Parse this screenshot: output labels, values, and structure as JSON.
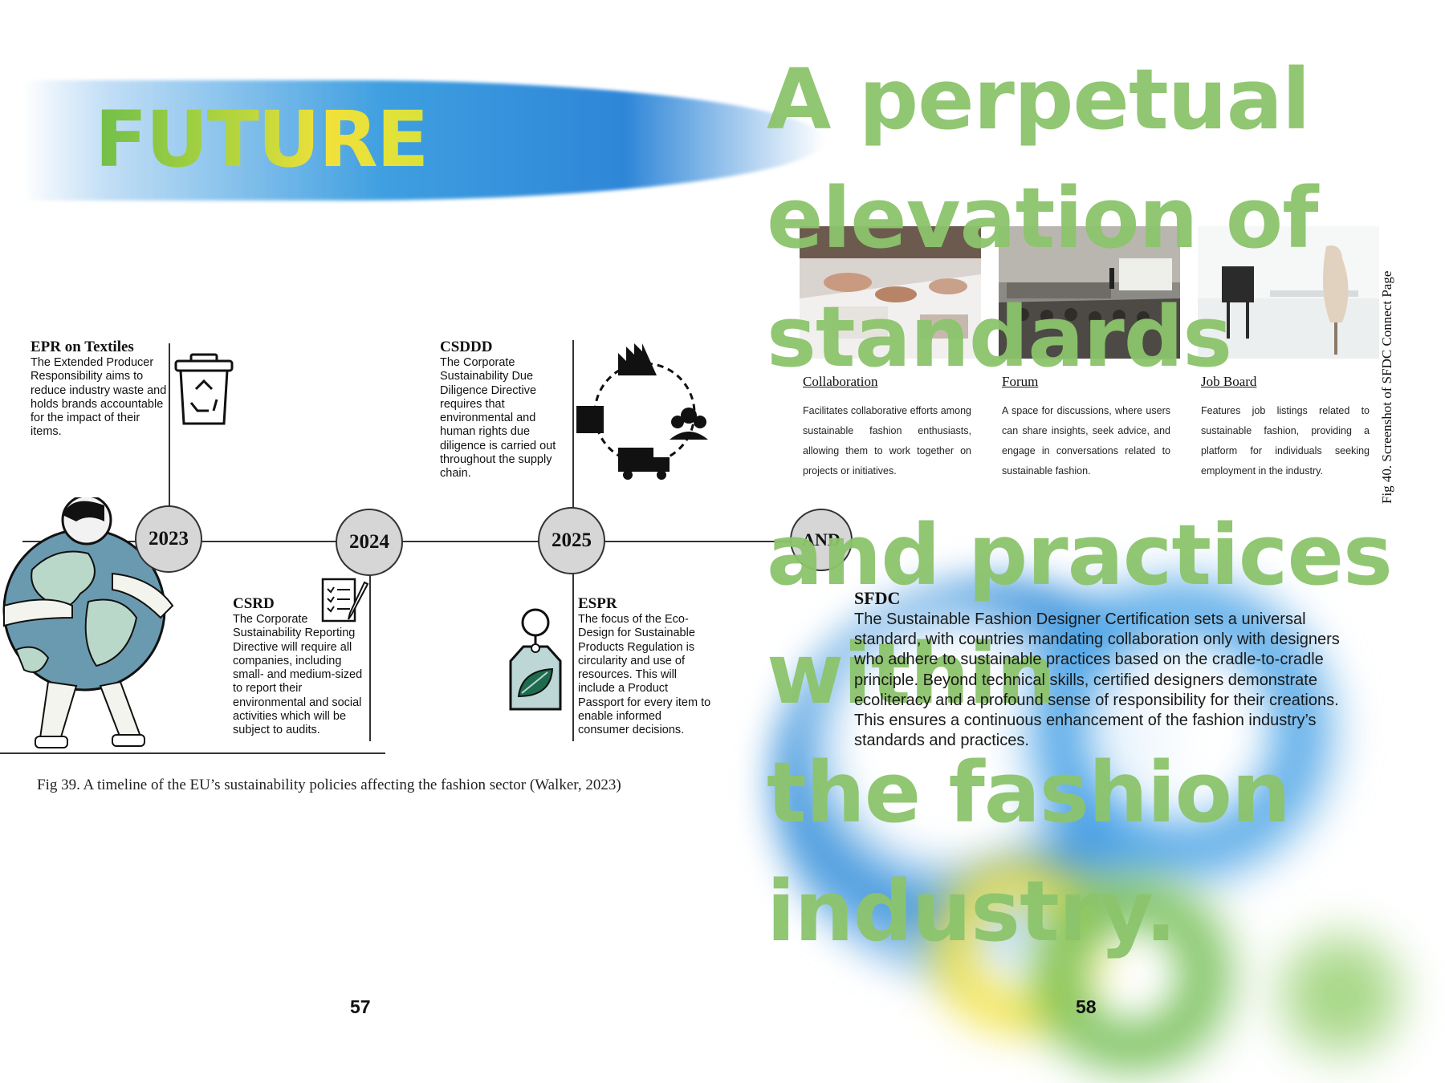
{
  "left_page": {
    "banner_title": "FUTURE",
    "timeline": {
      "years": [
        "2023",
        "2024",
        "2025",
        "AND"
      ],
      "policies": [
        {
          "title": "EPR on Textiles",
          "text": "The Extended Producer Responsibility aims to reduce industry waste and holds brands accountable for the impact of their items.",
          "icon": "recycle-bin-icon"
        },
        {
          "title": "CSDDD",
          "text": "The Corporate Sustainability Due Diligence Directive requires that environmental and human rights due diligence is carried out throughout the supply chain.",
          "icon": "supply-chain-cycle-icon"
        },
        {
          "title": "CSRD",
          "text": "The Corporate Sustainability Reporting Directive will require all companies, including small- and medium-sized to report their environmental and social activities which will be subject to audits.",
          "icon": "checklist-report-icon"
        },
        {
          "title": "ESPR",
          "text": "The focus of the Eco-Design for Sustainable Products Regulation is circularity and use of resources. This will include a Product Passport for every item to enable informed consumer decisions.",
          "icon": "leaf-tag-icon"
        }
      ],
      "illustration_icon": "person-hugging-globe-icon"
    },
    "caption": "Fig 39. A timeline of the EU’s sustainability policies affecting the fashion sector (Walker, 2023)",
    "page_number": "57"
  },
  "right_page": {
    "heading_lines": [
      "A perpetual",
      "elevation of",
      "standards",
      "and practices",
      "within",
      "the fashion",
      "industry."
    ],
    "features": [
      {
        "title": "Collaboration",
        "text": "Facilitates collaborative efforts among sustainable fashion enthusiasts, allowing them to work together on projects or initiatives."
      },
      {
        "title": "Forum",
        "text": "A space for discussions, where users can share insights, seek advice, and engage in conversations related to sustainable fashion."
      },
      {
        "title": "Job Board",
        "text": "Features job listings related to sustainable fashion, providing a platform for individuals seeking employment in the industry."
      }
    ],
    "figure_caption": "Fig 40. Screenshot of SFDC Connect Page",
    "sfdc_title": "SFDC",
    "sfdc_text": "The Sustainable Fashion Designer Certification sets a universal standard, with countries mandating collaboration only with designers who adhere to sustainable practices based on the cradle-to-cradle principle. Beyond technical skills, certified designers demonstrate ecoliteracy and a profound sense of responsibility for their creations. This ensures a continuous enhancement of the fashion industry’s standards and practices.",
    "page_number": "58"
  },
  "colors": {
    "heading_green": "#8cc46c",
    "banner_blue": "#2e86d8",
    "accent_yellow": "#f2e13a"
  }
}
